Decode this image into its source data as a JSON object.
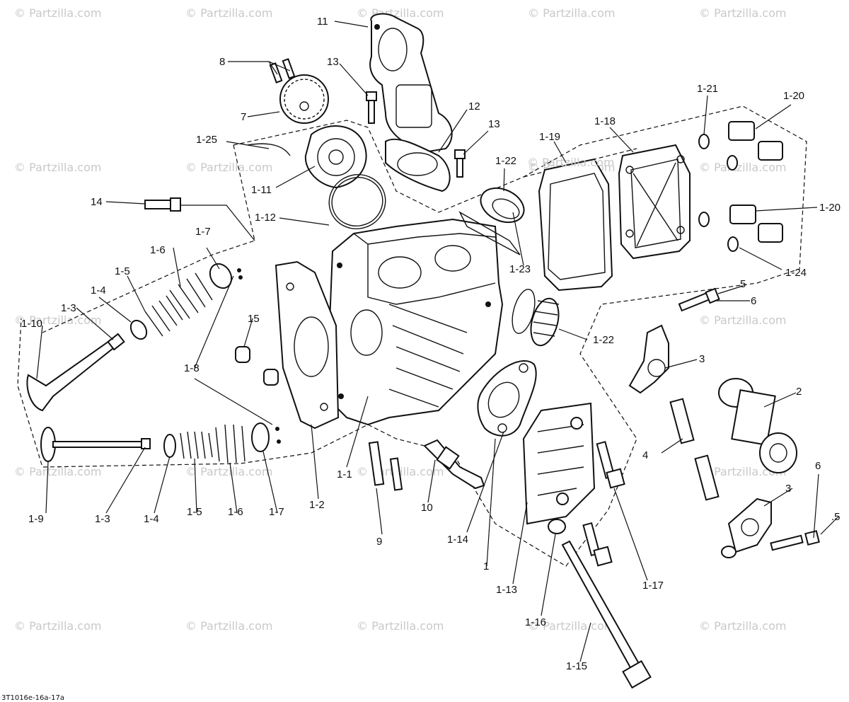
{
  "watermark": "© Partzilla.com",
  "drawing_code": "3T1016e-16a-17a",
  "callouts": {
    "c11": "11",
    "c8": "8",
    "c13a": "13",
    "c7": "7",
    "c12": "12",
    "c13b": "13",
    "c1_25": "1-25",
    "c1_11": "1-11",
    "c1_12": "1-12",
    "c14": "14",
    "c1_22a": "1-22",
    "c1_19": "1-19",
    "c1_18": "1-18",
    "c1_21": "1-21",
    "c1_20a": "1-20",
    "c1_20b": "1-20",
    "c1_24": "1-24",
    "c1_23": "1-23",
    "c1_22b": "1-22",
    "c1_7a": "1-7",
    "c1_6a": "1-6",
    "c1_5a": "1-5",
    "c1_4a": "1-4",
    "c1_3a": "1-3",
    "c1_10": "1-10",
    "c15": "15",
    "c1_8": "1-8",
    "c5a": "5",
    "c6a": "6",
    "c3a": "3",
    "c2": "2",
    "c4": "4",
    "c3b": "3",
    "c6b": "6",
    "c5b": ".5",
    "c1_9": "1-9",
    "c1_3b": "1-3",
    "c1_4b": "1-4",
    "c1_5b": "1-5",
    "c1_6b": "1-6",
    "c1_7b": "1-7",
    "c1_2": "1-2",
    "c1_1": "1-1",
    "c9": "9",
    "c10": "10",
    "c1_14": "1-14",
    "c1": "1",
    "c1_13": "1-13",
    "c1_16": "1-16",
    "c1_17": "1-17",
    "c1_15": "1-15"
  }
}
